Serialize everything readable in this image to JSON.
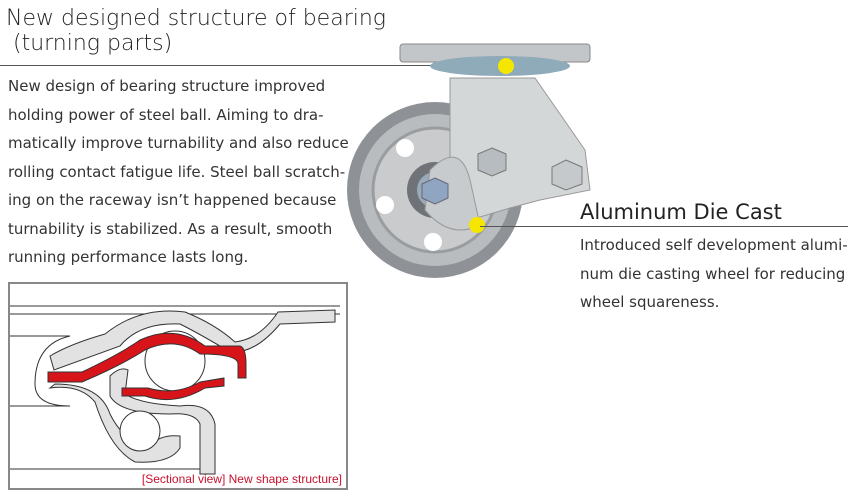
{
  "bearing_section": {
    "title_lines": [
      "New designed structure of bearing",
      " (turning parts)"
    ],
    "body_lines": [
      "New design of bearing structure improved",
      "holding power of steel ball. Aiming to dra-",
      "matically improve turnability and also reduce",
      "rolling contact fatigue life. Steel ball scratch-",
      "ing on the raceway isn’t happened because",
      "turnability is stabilized. As a result, smooth",
      "running performance lasts long."
    ],
    "diagram_caption": "[Sectional view] New shape structure]"
  },
  "wheel_section": {
    "title": "Aluminum Die Cast",
    "body_lines": [
      "Introduced self development alumi-",
      "num die casting wheel for reducing",
      "wheel squareness."
    ]
  },
  "colors": {
    "marker": "#f5e600",
    "accent_red": "#d7141a"
  }
}
